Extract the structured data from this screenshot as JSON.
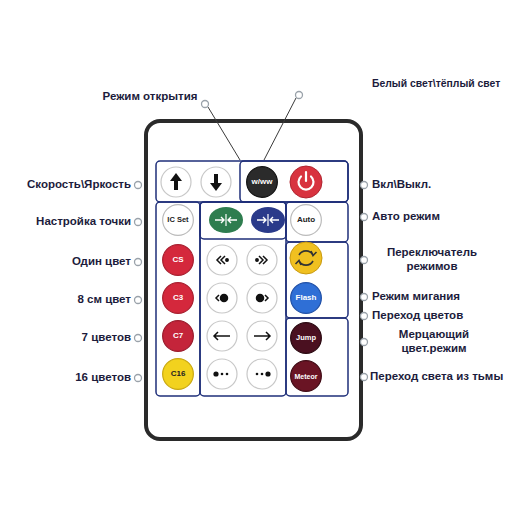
{
  "diagram": {
    "nodes": [
      {
        "text": [
          "w/ww"
        ]
      },
      {
        "text": [
          "IC Set"
        ]
      },
      {
        "text": [
          "Auto"
        ]
      },
      {
        "text": [
          "CS"
        ]
      },
      {
        "text": [
          "C3"
        ]
      },
      {
        "text": [
          "Flash"
        ]
      },
      {
        "text": [
          "C7"
        ]
      },
      {
        "text": [
          "Jump"
        ]
      },
      {
        "text": [
          "C16"
        ]
      },
      {
        "text": [
          "Meteor"
        ]
      }
    ],
    "labels": [
      "Белый свет\\тёплый свет",
      "Режим открытия",
      "Скорость\\Яркость",
      "Вкл\\Выкл.",
      "Настройка точки",
      "Авто режим",
      "Один цвет",
      "Переключатель режимов",
      "8 см цвет",
      "Режим мигания",
      "Переход цветов",
      "7 цветов",
      "Мерцающий цвет.режим",
      "16 цветов",
      "Переход света из тьмы"
    ]
  }
}
